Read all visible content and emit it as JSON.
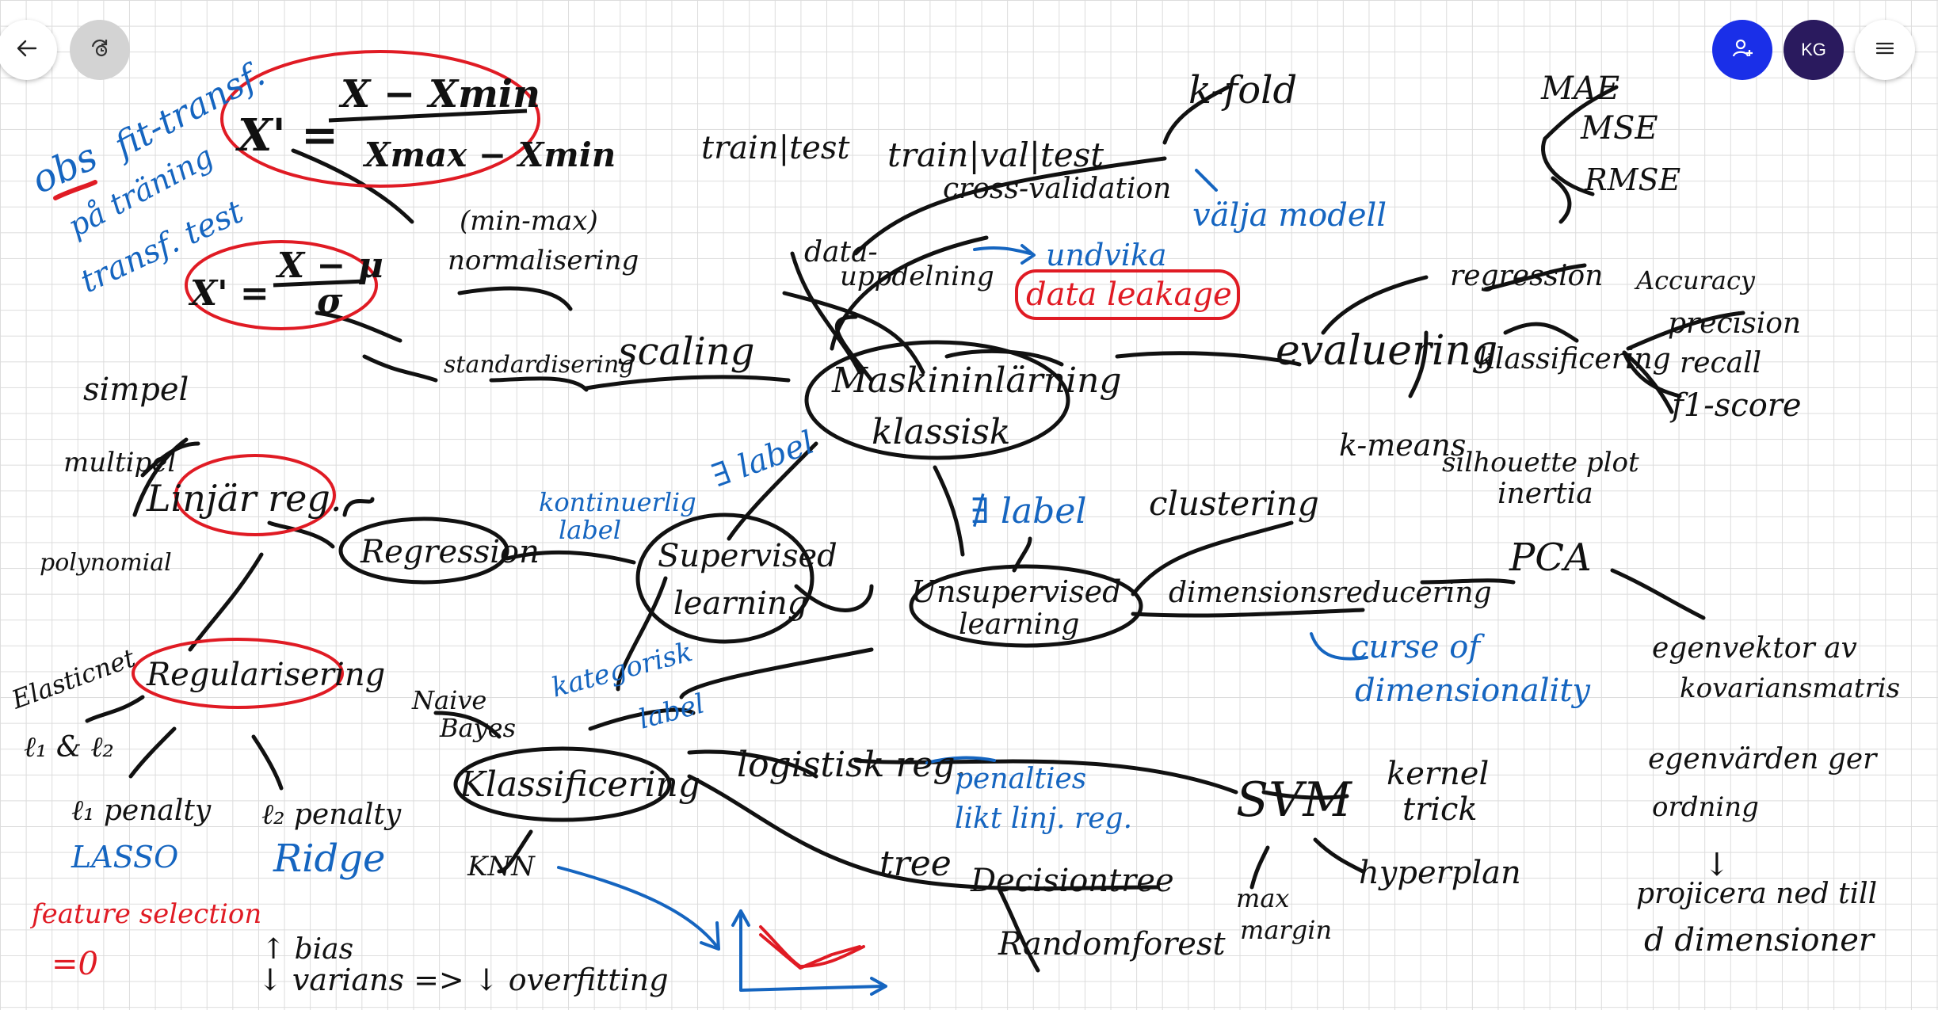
{
  "toolbar": {
    "back_icon": "arrow-left-icon",
    "sync_icon": "history-sync-icon",
    "share_icon": "add-person-icon",
    "avatar_initials": "KG",
    "menu_icon": "hamburger-menu-icon"
  },
  "colors": {
    "ink_black": "#111111",
    "ink_blue": "#1565c0",
    "ink_red": "#e01b24",
    "share_button": "#1a2fe8",
    "avatar_bg": "#2a1a5e"
  },
  "notes": {
    "center": [
      "Maskininlärning",
      "klassisk"
    ],
    "minmax_formula_num": "X − Xmin",
    "minmax_formula_den": "Xmax − Xmin",
    "x_prime": "X' =",
    "std_formula_num": "X − μ",
    "std_formula_den": "σ",
    "obs": "obs",
    "fit_transf": "fit-transf.",
    "pa_traning": "på träning",
    "transf_test": "transf. test",
    "minmax": "(min-max)",
    "normalisering": "normalisering",
    "standardisering": "standardisering",
    "scaling": "scaling",
    "train_test": "train|test",
    "train_val_test": "train|val|test",
    "k_fold": "k-fold",
    "cross_validation": "cross-validation",
    "valja_modell": "välja modell",
    "data_uppdelning": [
      "data-",
      "uppdelning"
    ],
    "undvika": "undvika",
    "data_leakage": "data leakage",
    "mae": "MAE",
    "mse": "MSE",
    "rmse": "RMSE",
    "regression_eval": "regression",
    "evaluering": "evaluering",
    "klassificering_eval": "klassificering",
    "accuracy": "Accuracy",
    "precision": "precision",
    "recall": "recall",
    "f1_score": "f1-score",
    "exists_label": "∃ label",
    "no_label": "∄ label",
    "supervised": [
      "Supervised",
      "learning"
    ],
    "unsupervised": [
      "Unsupervised",
      "learning"
    ],
    "clustering": "clustering",
    "k_means": "k-means",
    "silhouette": "silhouette plot",
    "inertia": "inertia",
    "dimensionsreducering": "dimensionsreducering",
    "pca": "PCA",
    "curse": [
      "curse of",
      "dimensionality"
    ],
    "egenvektor": [
      "egenvektor av",
      "kovariansmatris"
    ],
    "egenvarden": [
      "egenvärden ger",
      "ordning"
    ],
    "projicera": [
      "projicera ned till",
      "d dimensioner"
    ],
    "simpel": "simpel",
    "multipel": "multipel",
    "polynomial": "polynomial",
    "linjar_reg": "Linjär reg.",
    "regression": "Regression",
    "kontinuerlig": [
      "kontinuerlig",
      "label"
    ],
    "regularisering": "Regularisering",
    "elasticnet": "Elasticnet",
    "l1_l2": "ℓ₁ & ℓ₂",
    "l1_penalty": "ℓ₁ penalty",
    "l2_penalty": "ℓ₂ penalty",
    "lasso": "LASSO",
    "ridge": "Ridge",
    "feature_selection": "feature selection",
    "eq_zero": "=0",
    "naive_bayes": [
      "Naive",
      "Bayes"
    ],
    "kategorisk": [
      "kategorisk",
      "label"
    ],
    "klassificering": "Klassificering",
    "logistisk_reg": "logistisk reg.",
    "penalties": [
      "penalties",
      "likt linj. reg."
    ],
    "svm": "SVM",
    "kernel_trick": [
      "kernel",
      "trick"
    ],
    "hyperplan": "hyperplan",
    "max_margin": [
      "max",
      "margin"
    ],
    "tree": "tree",
    "decisiontree": "Decisiontree",
    "randomforest": "Randomforest",
    "knn": "KNN",
    "bias": "↑ bias",
    "varians": "↓ varians => ↓ overfitting"
  }
}
